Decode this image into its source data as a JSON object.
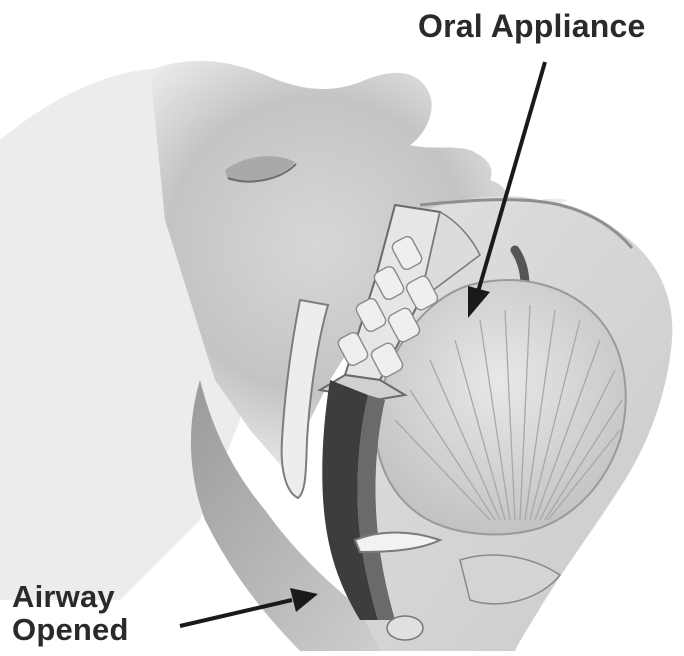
{
  "labels": {
    "oral_appliance": "Oral Appliance",
    "airway_line1": "Airway",
    "airway_line2": "Opened"
  },
  "colors": {
    "background": "#ffffff",
    "skin_light": "#d9d9d9",
    "skin_mid": "#bdbdbd",
    "skin_dark": "#8a8a8a",
    "airway_dark": "#3d3d3d",
    "text": "#2a2a2a"
  },
  "icons": {
    "arrow_oral": "arrow-down-left-icon",
    "arrow_airway": "arrow-right-icon"
  }
}
